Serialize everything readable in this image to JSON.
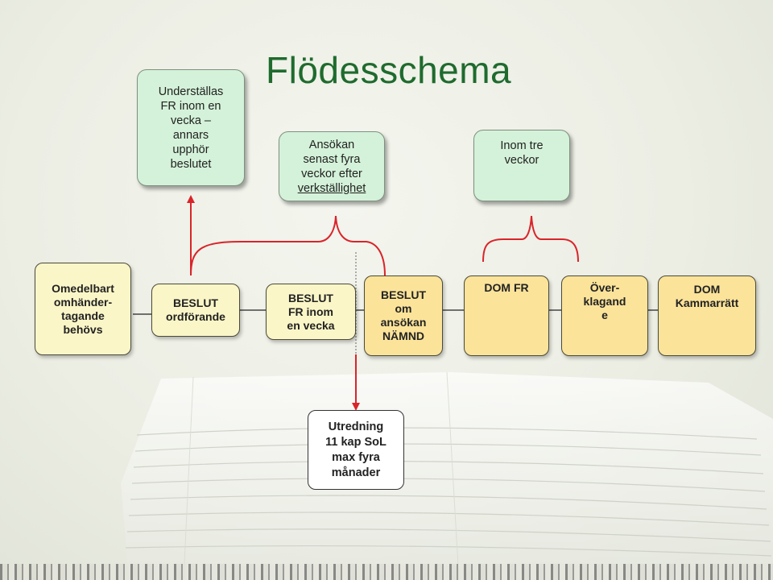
{
  "title": "Flödesschema",
  "colors": {
    "title": "#1f6b2e",
    "green_box": "#d4f2d9",
    "yellow_box": "#fbf6c7",
    "orange_box": "#fbe39a",
    "arrow_red": "#d9242a"
  },
  "notes": {
    "understallas": "Underställas\nFR inom en\nvecka –\nannars\nupphör\nbeslutet",
    "ansokan_line1": "Ansökan\nsenast fyra\nveckor efter",
    "ansokan_line2": "verkställighet",
    "inom_tre": "Inom tre\nveckor"
  },
  "steps": {
    "omedelbart": "Omedelbart\nomhänder-\ntagande\nbehövs",
    "beslut_ordf": "BESLUT\nordförande",
    "beslut_fr": "BESLUT\nFR inom\nen vecka",
    "beslut_namnd": "BESLUT\nom\nansökan\nNÄMND",
    "dom_fr": "DOM FR",
    "overklagande": "Över-\nklagand\ne",
    "dom_kammarratt": "DOM\nKammarrätt"
  },
  "utredning": "Utredning\n11 kap SoL\nmax fyra\nmånader"
}
